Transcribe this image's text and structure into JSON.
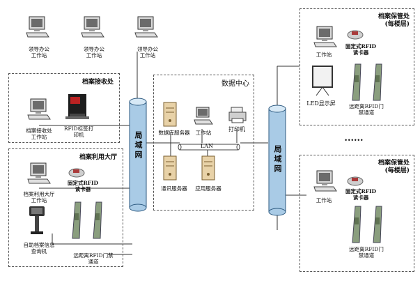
{
  "top_workstations": [
    {
      "label_line1": "领导办公",
      "label_line2": "工作站"
    },
    {
      "label_line1": "领导办公",
      "label_line2": "工作站"
    },
    {
      "label_line1": "领导办公",
      "label_line2": "工作站"
    }
  ],
  "receiving": {
    "title": "档案接收处",
    "workstation_line1": "档案接收处",
    "workstation_line2": "工作站",
    "printer_line1": "RFID标签打",
    "printer_line2": "印机"
  },
  "utilization": {
    "title": "档案利用大厅",
    "workstation_line1": "档案利用大厅",
    "workstation_line2": "工作站",
    "reader_line1": "固定式RFID",
    "reader_line2": "读卡器",
    "kiosk_line1": "自助档案信息",
    "kiosk_line2": "查询机",
    "gate_line1": "远距离RFID门禁",
    "gate_line2": "通道"
  },
  "datacenter": {
    "title": "数据中心",
    "db_server": "数据库服务器",
    "workstation": "工作站",
    "printer": "打印机",
    "lan": "LAN",
    "comm_server": "通讯服务器",
    "app_server": "应用服务器"
  },
  "network_left": "局域网",
  "network_right": "局域网",
  "storage_top": {
    "title": "档案保管处",
    "subtitle": "(每楼层)",
    "workstation": "工作站",
    "reader_line1": "固定式RFID",
    "reader_line2": "读卡器",
    "led": "LED显示屏",
    "gate_line1": "远距离RFID门",
    "gate_line2": "禁通道"
  },
  "ellipsis": "......",
  "storage_bottom": {
    "title": "档案保管处",
    "subtitle": "(每楼层)",
    "workstation": "工作站",
    "reader_line1": "固定式RFID",
    "reader_line2": "读卡器",
    "gate_line1": "远距离RFID门",
    "gate_line2": "禁通道"
  },
  "colors": {
    "cylinder_fill": "#a9cbe6",
    "cylinder_edge": "#2d5a80",
    "gate_green": "#8a9e7e",
    "server_fill": "#e8d2a8"
  }
}
